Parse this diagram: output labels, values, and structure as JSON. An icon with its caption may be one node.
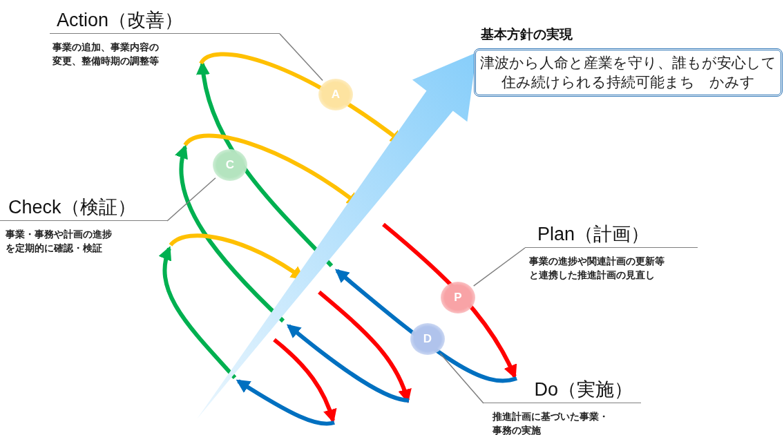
{
  "diagram": {
    "nodes": [
      {
        "text": [
          "Action（改善）",
          "事業の追加、事業内容の変更、整備時期の調整等"
        ]
      },
      {
        "text": [
          "A"
        ]
      },
      {
        "text": [
          "基本方針の実現",
          "津波から人命と産業を守り、誰もが安心して住み続けられる持続可能まち　かみす"
        ]
      },
      {
        "text": [
          "C"
        ]
      },
      {
        "text": [
          "Check（検証）",
          "事業・事務や計画の進捗を定期的に確認・検証"
        ]
      },
      {
        "text": [
          "Plan（計画）",
          "事業の進捗や関連計画の更新等と連携した推進計画の見直し"
        ]
      },
      {
        "text": [
          "P"
        ]
      },
      {
        "text": [
          "D"
        ]
      },
      {
        "text": [
          "Do（実施）",
          "推進計画に基づいた事業・事務の実施"
        ]
      }
    ],
    "edges": [
      {
        "from": 0,
        "to": 1,
        "arrow": "none"
      },
      {
        "from": 4,
        "to": 3,
        "arrow": "none"
      },
      {
        "from": 5,
        "to": 6,
        "arrow": "none"
      },
      {
        "from": 8,
        "to": 7,
        "arrow": "none"
      },
      {
        "from": null,
        "to": 2,
        "arrow": "to",
        "style": "thick",
        "color": "#87cefa"
      }
    ]
  }
}
